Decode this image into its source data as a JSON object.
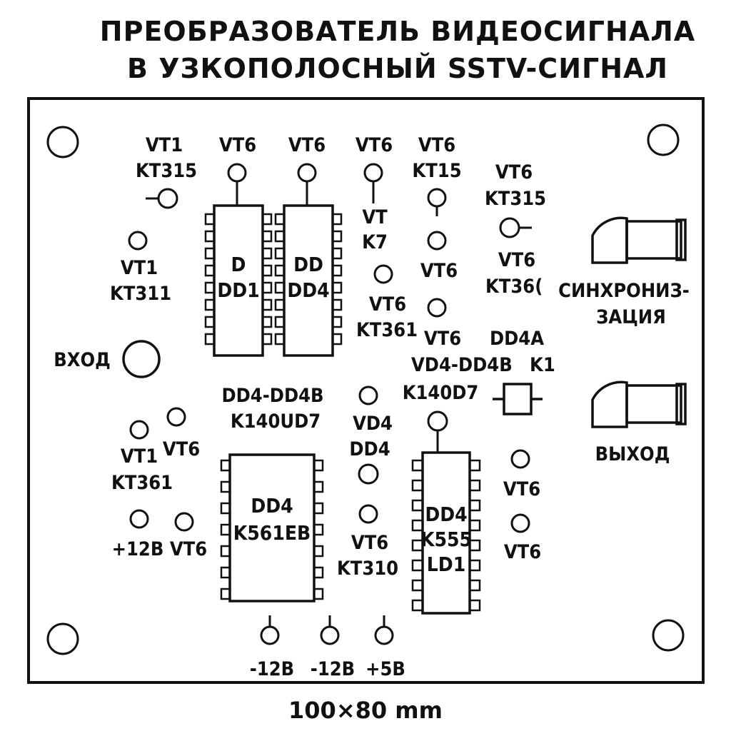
{
  "title": {
    "line1": "ПРЕОБРАЗОВАТЕЛЬ ВИДЕОСИГНАЛА",
    "line2": "В УЗКОПОЛОСНЫЙ SSTV-СИГНАЛ"
  },
  "footer": "100×80 mm",
  "labels": {
    "vt1_kt315_a": "VT1",
    "vt1_kt315_b": "KT315",
    "vt6_top1": "VT6",
    "vt6_top2": "VT6",
    "vt6_top3": "VT6",
    "vt6_top4": "VT6",
    "kt15": "KT15",
    "vt6_kt315_a": "VT6",
    "vt6_kt315_b": "KT315",
    "vt1_kt311_a": "VT1",
    "vt1_kt311_b": "KT311",
    "vt_k7_a": "VT",
    "vt_k7_b": "K7",
    "vt6_mid_r": "VT6",
    "vt6_kt36_a": "VT6",
    "vt6_kt36_b": "KT36(",
    "vt6_kt361_a": "VT6",
    "vt6_kt361_b": "KT361",
    "vt6_mid2": "VT6",
    "dd4a": "DD4A",
    "vd4_dd4b": "VD4-DD4B",
    "k1_trunc": "K1",
    "sync_a": "СИНХРОНИЗ-",
    "sync_b": "ЗАЦИЯ",
    "vhod": "ВХОД",
    "vyhod": "ВЫХОД",
    "dd4_dd4b_a": "DD4-DD4B",
    "dd4_dd4b_b": "K140UD7",
    "k140d7": "K140D7",
    "vd4_a": "VD4",
    "vd4_b": "DD4",
    "vt1_kt361_a": "VT1",
    "vt1_kt361_b": "KT361",
    "vt6_left_mid": "VT6",
    "plus12": "+12B",
    "vt6_left_low": "VT6",
    "vt6_kt310_a": "VT6",
    "vt6_kt310_b": "KT310",
    "vt6_right_a": "VT6",
    "vt6_right_b": "VT6",
    "minus12_a": "-12B",
    "minus12_b": "-12B",
    "plus5": "+5B"
  },
  "chips": {
    "chip1_a": "D",
    "chip1_b": "DD1",
    "chip2_a": "DD",
    "chip2_b": "DD4",
    "chip3_a": "DD4",
    "chip3_b": "K561EB",
    "chip4_a": "DD4",
    "chip4_b": "K555",
    "chip4_c": "LD1"
  }
}
